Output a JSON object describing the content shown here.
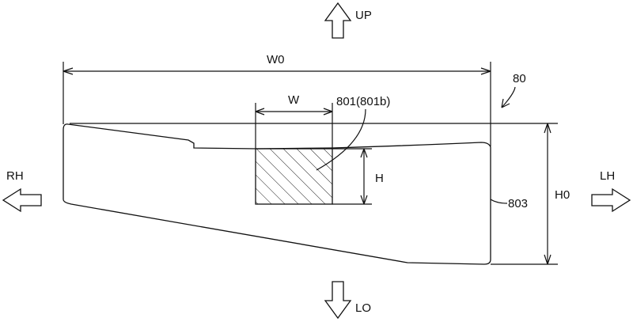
{
  "labels": {
    "up": "UP",
    "lo": "LO",
    "rh": "RH",
    "lh": "LH",
    "w0": "W0",
    "w": "W",
    "h": "H",
    "h0": "H0",
    "part": "801(801b)",
    "ref_80": "80",
    "ref_803": "803"
  }
}
